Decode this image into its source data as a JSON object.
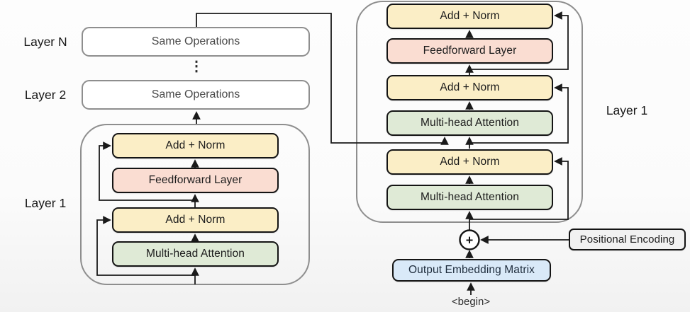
{
  "encoder": {
    "layer_n_label": "Layer N",
    "layer_2_label": "Layer 2",
    "layer_1_label": "Layer 1",
    "layer_n_box": "Same Operations",
    "layer_2_box": "Same Operations",
    "ellipsis": "⋮",
    "blocks": {
      "add_norm_top": "Add + Norm",
      "feedforward": "Feedforward Layer",
      "add_norm_bottom": "Add + Norm",
      "attention": "Multi-head Attention"
    }
  },
  "decoder": {
    "layer_label": "Layer 1",
    "blocks": {
      "add_norm_top": "Add + Norm",
      "feedforward": "Feedforward Layer",
      "add_norm_mid": "Add + Norm",
      "cross_attention": "Multi-head Attention",
      "add_norm_bottom": "Add + Norm",
      "masked_attention": "Multi-head Attention"
    }
  },
  "io": {
    "positional_encoding": "Positional Encoding",
    "output_embedding": "Output Embedding Matrix",
    "begin_token": "<begin>",
    "plus_symbol": "+"
  },
  "colors": {
    "add_norm_fill": "#FBEEC6",
    "feedforward_fill": "#FADDD2",
    "attention_fill": "#DFEAD6",
    "embedding_fill": "#D9E9F8",
    "positional_fill": "#F1F1F1",
    "container_border": "#8E8E8E",
    "box_border": "#141414",
    "line_color": "#1A1A1A"
  }
}
